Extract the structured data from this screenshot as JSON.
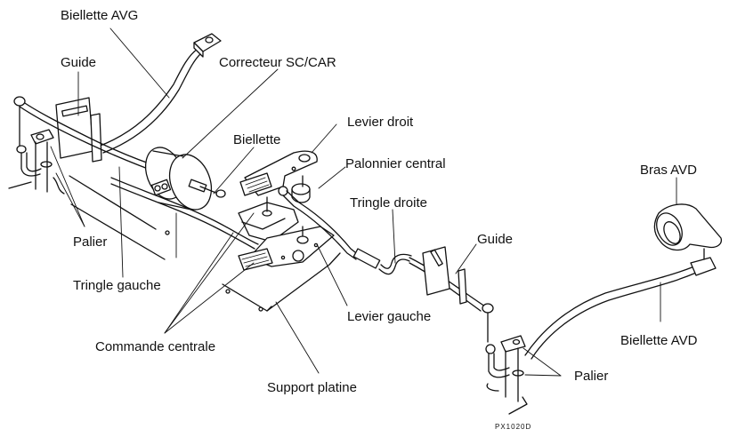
{
  "diagram": {
    "title": "Commande de boîte de vitesses (vue éclatée)",
    "reference": "PX1020D",
    "labels": {
      "biellette_avg": "Biellette AVG",
      "guide_left": "Guide",
      "correcteur": "Correcteur SC/CAR",
      "biellette": "Biellette",
      "levier_droit": "Levier droit",
      "palonnier": "Palonnier central",
      "tringle_droite": "Tringle droite",
      "bras_avd": "Bras AVD",
      "guide_right": "Guide",
      "palier_left": "Palier",
      "tringle_gauche": "Tringle gauche",
      "levier_gauche": "Levier gauche",
      "biellette_avd": "Biellette AVD",
      "commande_centrale": "Commande centrale",
      "palier_right": "Palier",
      "support_platine": "Support platine"
    }
  }
}
